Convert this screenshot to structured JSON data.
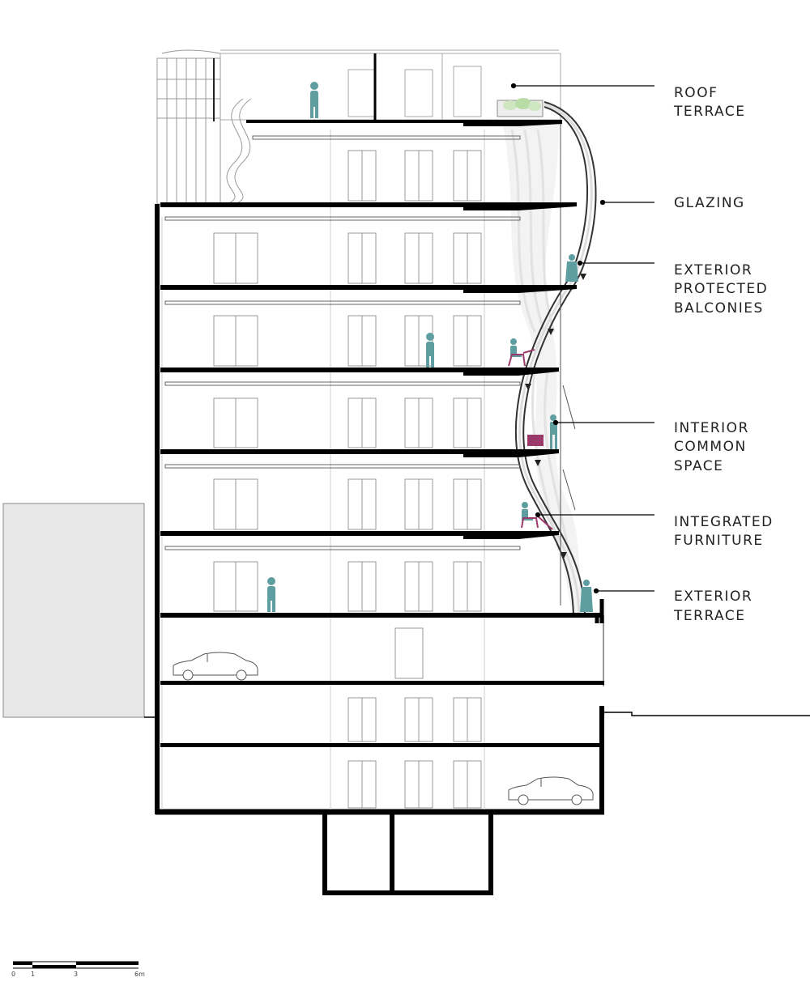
{
  "callouts": [
    {
      "id": "roof-terrace",
      "lines": [
        "ROOF",
        "TERRACE"
      ]
    },
    {
      "id": "glazing",
      "lines": [
        "GLAZING"
      ]
    },
    {
      "id": "exterior-protected-balconies",
      "lines": [
        "EXTERIOR",
        "PROTECTED",
        "BALCONIES"
      ]
    },
    {
      "id": "interior-common-space",
      "lines": [
        "INTERIOR",
        "COMMON",
        "SPACE"
      ]
    },
    {
      "id": "integrated-furniture",
      "lines": [
        "INTEGRATED",
        "FURNITURE"
      ]
    },
    {
      "id": "exterior-terrace",
      "lines": [
        "EXTERIOR",
        "TERRACE"
      ]
    }
  ],
  "scale_bar": {
    "ticks": [
      "0",
      "1",
      "3",
      "6m"
    ]
  },
  "colors": {
    "figure": "#5f9ea0",
    "furniture": "#9b3a6a",
    "structure": "#000000",
    "neighbor": "#e8e8e8"
  }
}
